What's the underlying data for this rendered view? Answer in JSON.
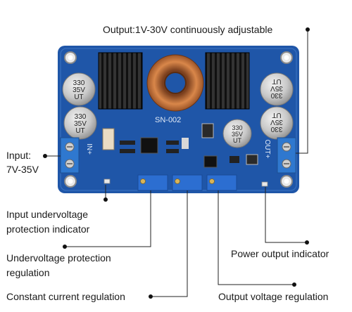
{
  "labels": {
    "output_range": "Output:1V-30V continuously adjustable",
    "input_line1": "Input:",
    "input_line2": "7V-35V",
    "uv_indicator_line1": "Input undervoltage",
    "uv_indicator_line2": "protection indicator",
    "uv_regulation_line1": "Undervoltage protection",
    "uv_regulation_line2": "regulation",
    "constant_current": "Constant current regulation",
    "power_indicator": "Power output indicator",
    "output_voltage": "Output voltage regulation"
  },
  "board": {
    "model": "SN-002",
    "input_terminal": "IN+",
    "output_terminal": "OUT+",
    "capacitor_lines": [
      "330",
      "35V",
      "UT"
    ]
  },
  "colors": {
    "pcb": "#1f56a8",
    "heatsink": "#1c1c1c",
    "copper": "#c8703a",
    "terminal": "#2f78cf",
    "potentiometer": "#2c6ed1",
    "leader_line": "#222222"
  }
}
